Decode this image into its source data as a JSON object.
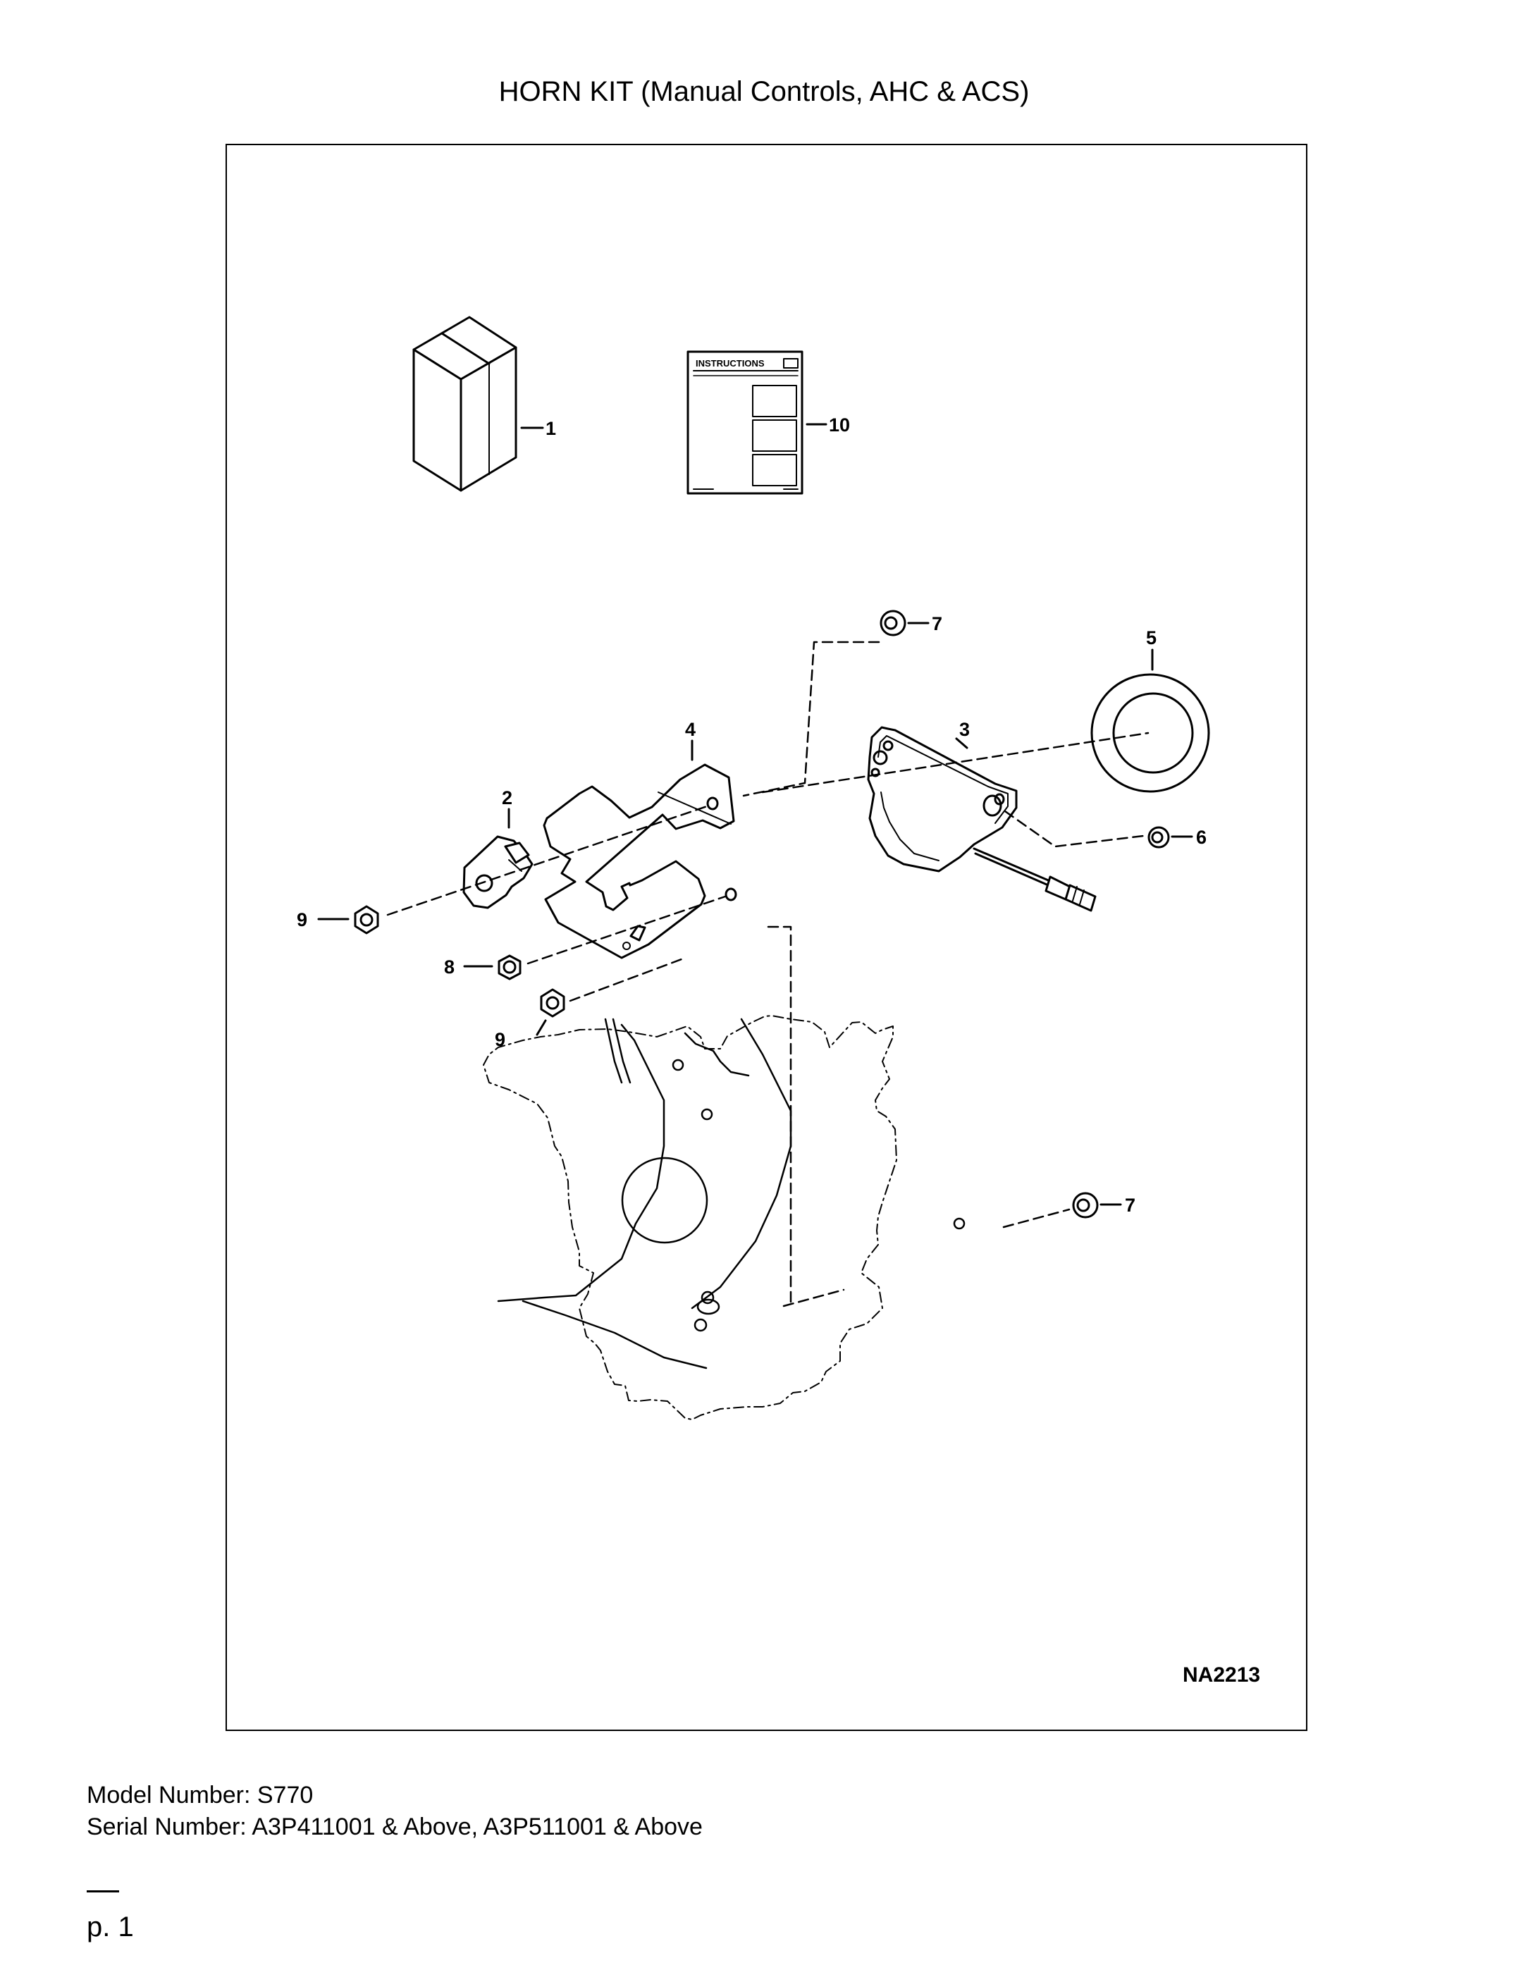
{
  "title": "HORN KIT (Manual Controls, AHC & ACS)",
  "diagram": {
    "figure_code": "NA2213",
    "instructions_label": "INSTRUCTIONS",
    "callouts": {
      "c1": "1",
      "c2": "2",
      "c3": "3",
      "c4": "4",
      "c5": "5",
      "c6": "6",
      "c7a": "7",
      "c7b": "7",
      "c8": "8",
      "c9a": "9",
      "c9b": "9",
      "c10": "10"
    }
  },
  "footer": {
    "model": "Model Number: S770",
    "serial": "Serial Number: A3P411001 & Above, A3P511001 & Above",
    "page": "p. 1"
  }
}
